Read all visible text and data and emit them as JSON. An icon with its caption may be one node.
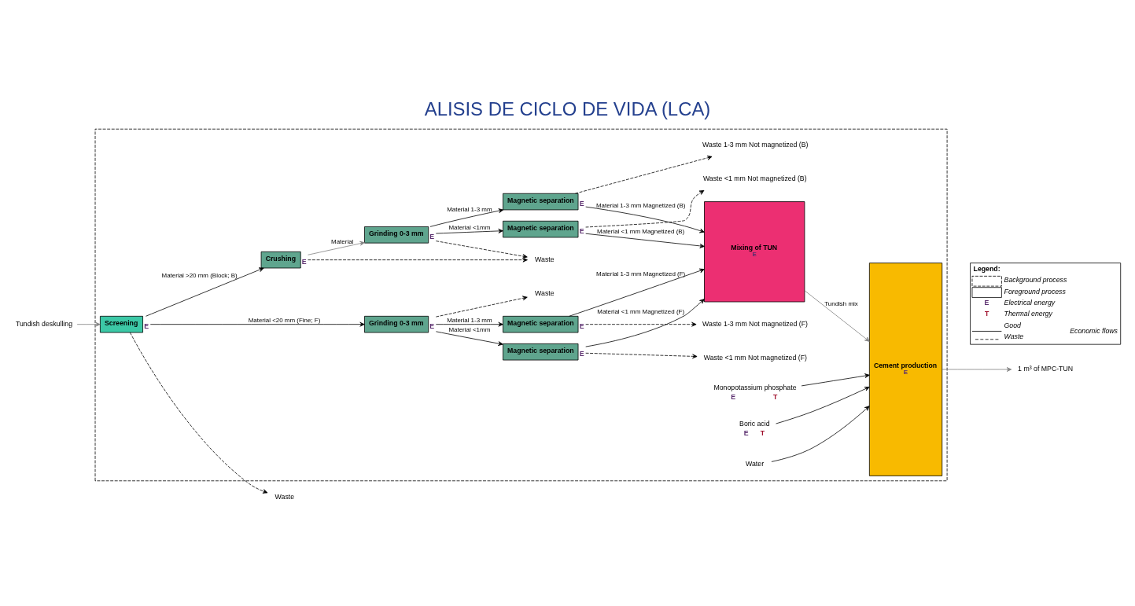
{
  "diagram": {
    "title": "ALISIS DE CICLO DE VIDA (LCA)",
    "nodes": [
      {
        "text": [],
        "shape": "box"
      },
      {
        "text": [
          "Screening"
        ],
        "beside": [
          "E"
        ],
        "in": 0
      },
      {
        "text": [
          "Grinding 0-3 mm"
        ],
        "beside": [
          "E"
        ],
        "in": 0
      },
      {
        "text": [
          "Magnetic separation"
        ],
        "beside": [
          "E"
        ],
        "in": 0
      },
      {
        "text": [
          "Magnetic separation"
        ],
        "beside": [
          "E"
        ],
        "in": 0
      },
      {
        "text": [
          "Magnetic separation"
        ],
        "beside": [
          "E"
        ],
        "in": 0
      },
      {
        "text": [
          "Magnetic separation"
        ],
        "beside": [
          "E"
        ],
        "in": 0
      },
      {
        "text": [
          "Grinding 0-3 mm"
        ],
        "beside": [
          "E"
        ],
        "in": 0
      },
      {
        "text": [
          "Crushing"
        ],
        "beside": [
          "E"
        ],
        "in": 0
      },
      {
        "text": [
          "Mixing of TUN",
          "E"
        ],
        "in": 0
      },
      {
        "text": [
          "Cement production",
          "E"
        ],
        "in": 0
      },
      {
        "text": [
          "Waste <1 mm Not magnetized (F)"
        ],
        "in": 0
      },
      {
        "text": [
          "Waste"
        ],
        "in": 0
      },
      {
        "text": [
          "Waste 1-3 mm Not magnetized (F)"
        ],
        "in": 0
      },
      {
        "text": [
          "Waste"
        ]
      },
      {
        "text": [
          "Tundish deskulling"
        ]
      },
      {
        "text": [
          "Waste <1 mm Not magnetized (B)"
        ],
        "in": 0
      },
      {
        "text": [
          "Waste"
        ],
        "in": 0
      },
      {
        "text": [
          "Waste 1-3 mm Not magnetized (B)"
        ],
        "in": 0
      },
      {
        "text": [
          "Monopotassium phosphate"
        ],
        "beside": [
          "E",
          "T"
        ],
        "in": 0
      },
      {
        "text": [
          "Boric acid"
        ],
        "beside": [
          "E",
          "T"
        ],
        "in": 0
      },
      {
        "text": [
          "Water"
        ],
        "in": 0
      },
      {
        "text": [
          "1 m³ of MPC-TUN"
        ]
      }
    ],
    "edges": [
      {
        "from": 15,
        "to": 1,
        "arrow": "to",
        "color": "#808080"
      },
      {
        "from": 1,
        "to": 14,
        "arrow": "to",
        "style": "dashed"
      },
      {
        "from": 1,
        "to": 2,
        "arrow": "to",
        "label": "Material <20 mm (Fine; F)"
      },
      {
        "from": 1,
        "to": 8,
        "arrow": "to",
        "label": "Material >20 mm (Block; B)"
      },
      {
        "from": 2,
        "to": 12,
        "arrow": "to",
        "style": "dashed"
      },
      {
        "from": 2,
        "to": 3,
        "arrow": "to",
        "label": "Material <1mm"
      },
      {
        "from": 2,
        "to": 4,
        "arrow": "to",
        "label": "Material 1-3 mm"
      },
      {
        "from": 3,
        "to": 11,
        "arrow": "to",
        "style": "dashed"
      },
      {
        "from": 4,
        "to": 13,
        "arrow": "to",
        "style": "dashed"
      },
      {
        "from": 3,
        "to": 9,
        "arrow": "to",
        "label": "Material <1 mm Magnetized (F)"
      },
      {
        "from": 4,
        "to": 9,
        "arrow": "to",
        "label": "Material 1-3 mm Magnetized (F)"
      },
      {
        "from": 5,
        "to": 9,
        "arrow": "to",
        "label": "Material <1 mm Magnetized (B)"
      },
      {
        "from": 6,
        "to": 9,
        "arrow": "to",
        "label": "Material 1-3 mm Magnetized (B)"
      },
      {
        "from": 5,
        "to": 16,
        "arrow": "to",
        "style": "dashed"
      },
      {
        "from": 6,
        "to": 18,
        "arrow": "to",
        "style": "dashed"
      },
      {
        "from": 8,
        "to": 7,
        "arrow": "to",
        "label": "Material",
        "color": "#808080"
      },
      {
        "from": 8,
        "to": 17,
        "arrow": "to",
        "style": "dashed"
      },
      {
        "from": 7,
        "to": 17,
        "arrow": "to",
        "style": "dashed"
      },
      {
        "from": 7,
        "to": 5,
        "arrow": "to",
        "label": "Material <1mm"
      },
      {
        "from": 7,
        "to": 6,
        "arrow": "to",
        "label": "Material 1-3 mm"
      },
      {
        "from": 9,
        "to": 10,
        "arrow": "to",
        "label": "Tundish mix",
        "color": "#808080"
      },
      {
        "from": 10,
        "to": 22,
        "arrow": "to",
        "color": "#808080"
      },
      {
        "from": 19,
        "to": 10,
        "arrow": "to"
      },
      {
        "from": 20,
        "to": 10,
        "arrow": "to"
      },
      {
        "from": 21,
        "to": 10,
        "arrow": "to"
      }
    ],
    "labels": [
      "Legend:",
      "E",
      "T",
      "Economic flows"
    ],
    "legend": [
      {
        "text": "Background process"
      },
      {
        "text": "Foreground process"
      },
      {
        "text": "Electrical energy"
      },
      {
        "text": "Thermal energy"
      },
      {
        "text": "Good"
      },
      {
        "text": "Waste"
      }
    ]
  }
}
